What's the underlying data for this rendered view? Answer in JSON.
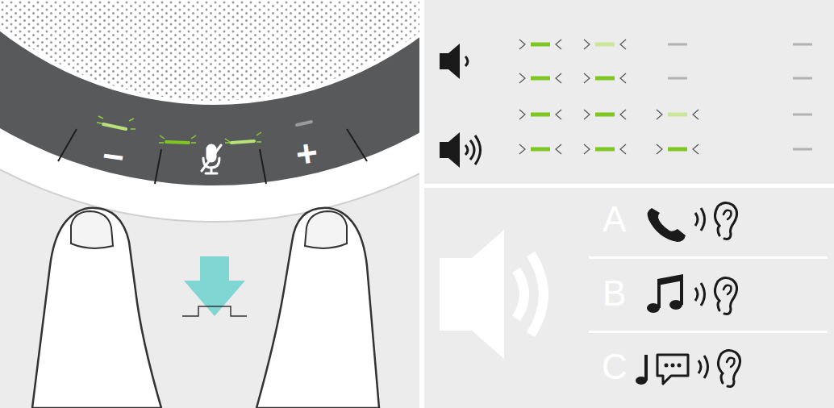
{
  "diagram": {
    "labels": [
      "−",
      "+",
      "A",
      "B",
      "C"
    ]
  }
}
